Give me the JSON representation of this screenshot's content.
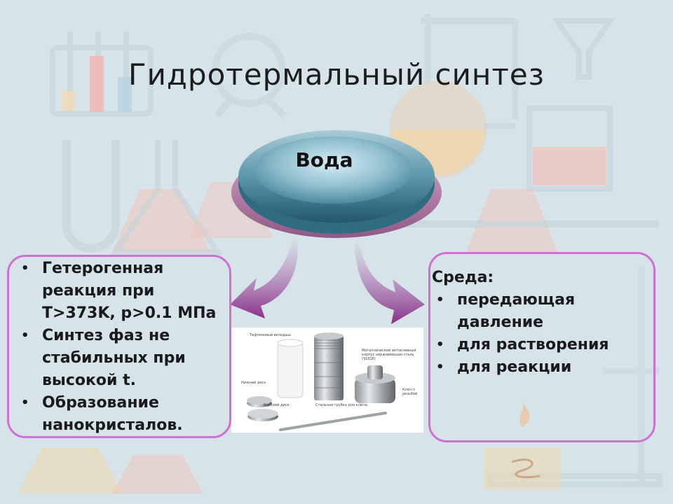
{
  "title": "Гидротермальный синтез",
  "center": {
    "label": "Вода"
  },
  "left_box": {
    "items": [
      "Гетерогенная реакция при T>373K, p>0.1 МПа",
      "Синтез фаз не стабильных при высокой t.",
      "Образование нанокристалов."
    ]
  },
  "right_box": {
    "heading": "Среда:",
    "items": [
      "передающая давление",
      "для растворения",
      "для реакции"
    ]
  },
  "photo": {
    "captions": {
      "c1": "Тефлоновый вкладыш",
      "c2": "Нижний диск",
      "c3": "Верхний диск",
      "c4": "Стальная трубка для ключа",
      "c5": "Металлический автоклавный корпус нержавеющая сталь (SS316)",
      "c6": "Ключ с резьбой"
    }
  },
  "colors": {
    "box_border": "#cf6fd2",
    "arrow": "#8a2f8a",
    "ellipse_top": "#3f7e95",
    "ellipse_base": "#b37aa5"
  }
}
